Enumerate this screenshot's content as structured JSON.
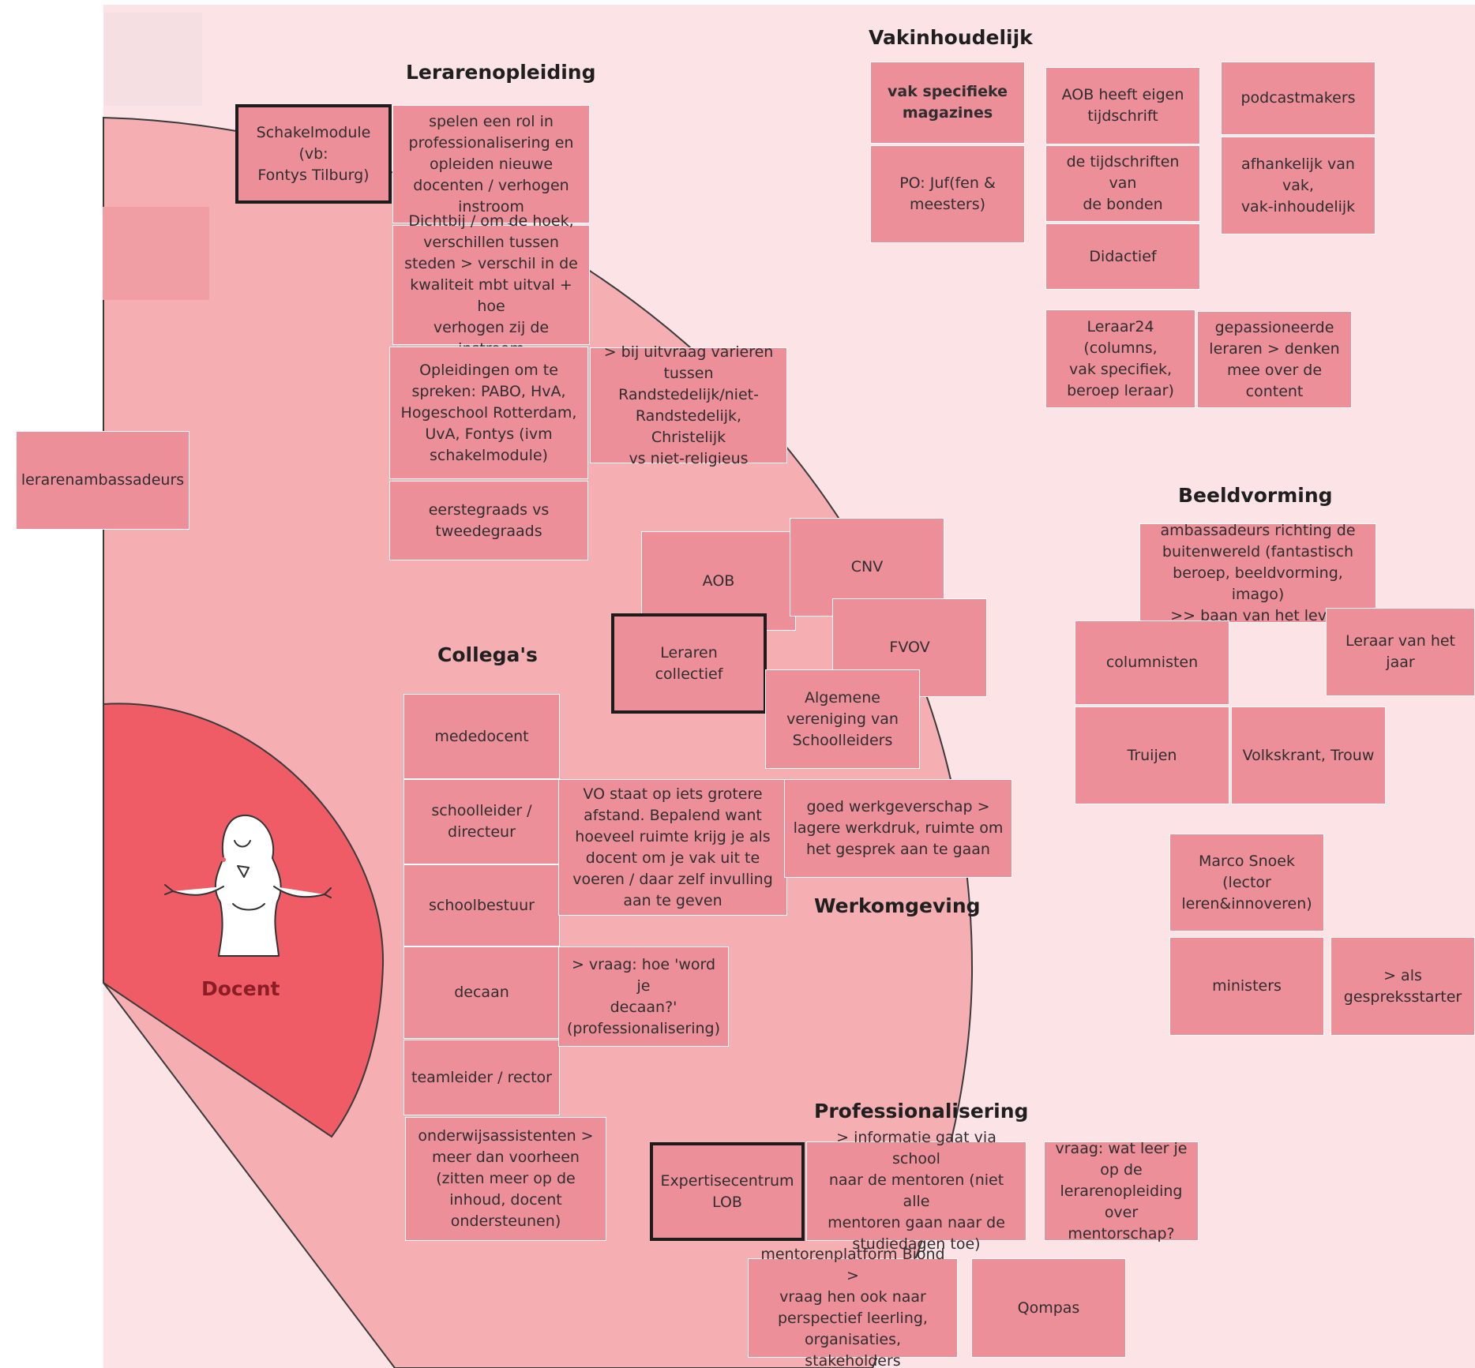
{
  "colors": {
    "background": "#fbe3e6",
    "outer_ring": "#f5aeb2",
    "inner_circle": "#f05c66",
    "note": "#ec8f98",
    "frame": "#1c1c1c"
  },
  "center": {
    "label": "Docent",
    "icon": "shrugging-teacher-icon"
  },
  "sections": {
    "lerarenopleiding": "Lerarenopleiding",
    "vakinhoudelijk": "Vakinhoudelijk",
    "beeldvorming": "Beeldvorming",
    "collegas": "Collega's",
    "werkomgeving": "Werkomgeving",
    "professionalisering": "Professionalisering"
  },
  "notes": {
    "schakelmodule": "Schakelmodule (vb:\nFontys Tilburg)",
    "spelen_rol": "spelen een rol in\nprofessionalisering en\nopleiden nieuwe\ndocenten / verhogen\ninstroom",
    "dichtbij": "Dichtbij / om de hoek,\nverschillen tussen\nsteden > verschil in de\nkwaliteit mbt uitval + hoe\nverhogen zij de instroom",
    "opleidingen": "Opleidingen om te\nspreken: PABO, HvA,\nHogeschool Rotterdam,\nUvA, Fontys (ivm\nschakelmodule)",
    "uitvraag": "> bij uitvraag varieren\ntussen\nRandstedelijk/niet-\nRandstedelijk, Christelijk\nvs niet-religieus",
    "eerstegraads": "eerstegraads vs\ntweedegraads",
    "lerarenambassadeurs": "lerarenambassadeurs",
    "vak_magazines": "vak specifieke\nmagazines",
    "po_juf": "PO: Juf(fen &\nmeesters)",
    "aob_tijdschrift": "AOB heeft eigen\ntijdschrift",
    "tijdschriften_bonden": "de tijdschriften van\nde bonden",
    "didactief": "Didactief",
    "podcastmakers": "podcastmakers",
    "afhankelijk": "afhankelijk van vak,\nvak-inhoudelijk",
    "leraar24": "Leraar24 (columns,\nvak specifiek,\nberoep leraar)",
    "gepassioneerde": "gepassioneerde\nleraren > denken\nmee over de\ncontent",
    "ambassadeurs": "ambassadeurs richting de\nbuitenwereld (fantastisch\nberoep, beeldvorming, imago)\n>> baan van het leven",
    "columnisten": "columnisten",
    "leraar_jaar": "Leraar van het jaar",
    "truijen": "Truijen",
    "volkskrant": "Volkskrant, Trouw",
    "marco_snoek": "Marco Snoek (lector\nleren&innoveren)",
    "ministers": "ministers",
    "gespreksstarter": "> als\ngespreksstarter",
    "aob": "AOB",
    "cnv": "CNV",
    "fvov": "FVOV",
    "leraren_collectief": "Leraren\ncollectief",
    "algemene_vereniging": "Algemene\nvereniging van\nSchoolleiders",
    "mededocent": "mededocent",
    "schoolleider": "schoolleider /\ndirecteur",
    "schoolbestuur": "schoolbestuur",
    "decaan": "decaan",
    "teamleider": "teamleider / rector",
    "onderwijsassistenten": "onderwijsassistenten >\nmeer dan voorheen\n(zitten meer op de\ninhoud, docent\nondersteunen)",
    "vo_staat": "VO staat op iets grotere\nafstand. Bepalend want\nhoeveel ruimte krijg je als\ndocent om je vak uit te\nvoeren / daar zelf invulling\naan te geven",
    "goed_werkgeverschap": "goed werkgeverschap >\nlagere werkdruk, ruimte om\nhet gesprek aan te gaan",
    "vraag_decaan": "> vraag: hoe 'word je\ndecaan?'\n(professionalisering)",
    "expertisecentrum": "Expertisecentrum\nLOB",
    "informatie_school": "> informatie gaat via school\nnaar de mentoren (niet alle\nmentoren gaan naar de\nstudiedagen toe)",
    "vraag_mentorschap": "vraag: wat leer je\nop de\nlerarenopleiding\nover mentorschap?",
    "mentorenplatform": "mentorenplatform Biond >\nvraag hen ook naar\nperspectief leerling,\norganisaties, stakeholders",
    "qompas": "Qompas"
  }
}
